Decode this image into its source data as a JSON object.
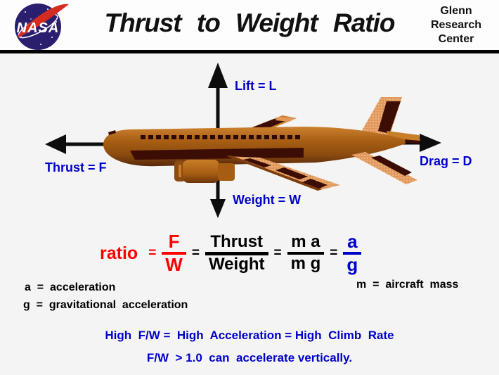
{
  "header": {
    "title": "Thrust to Weight Ratio",
    "org_lines": [
      "Glenn",
      "Research",
      "Center"
    ],
    "logo_text": "NASA"
  },
  "diagram": {
    "lift_label": "Lift = L",
    "thrust_label": "Thrust = F",
    "drag_label": "Drag = D",
    "weight_label": "Weight = W"
  },
  "equation": {
    "ratio_label": "ratio",
    "equals": "=",
    "frac_fw": {
      "num": "F",
      "den": "W"
    },
    "frac_thrust_weight": {
      "num": "Thrust",
      "den": "Weight"
    },
    "frac_ma_mg": {
      "num": "m a",
      "den": "m g"
    },
    "frac_a_g": {
      "num": "a",
      "den": "g"
    }
  },
  "definitions": {
    "a": "a  =  acceleration",
    "g": "g  =  gravitational  acceleration",
    "m": "m  =  aircraft  mass"
  },
  "footer": {
    "line1": "High  F/W =  High  Acceleration = High  Climb  Rate",
    "line2": "F/W  > 1.0  can  accelerate vertically."
  },
  "colors": {
    "label_blue": "#0000cc",
    "ratio_red": "#ff0000",
    "text_black": "#000000",
    "fuselage_orange": "#a65d12",
    "wing_light_orange": "#e2985a",
    "detail_maroon": "#3b0d05",
    "nasa_blue": "#2a1e6e",
    "nasa_red": "#d42a20"
  }
}
